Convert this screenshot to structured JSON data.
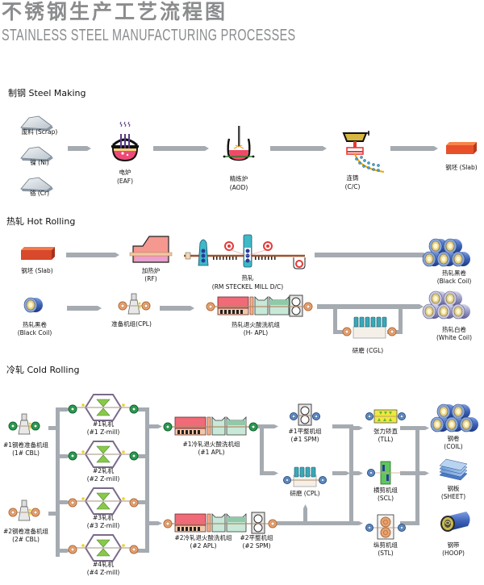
{
  "header": {
    "title_cn": "不锈钢生产工艺流程图",
    "title_en": "STAINLESS STEEL MANUFACTURING PROCESSES"
  },
  "sections": {
    "steel_making": "制钢  Steel Making",
    "hot_rolling": "热轧  Hot Rolling",
    "cold_rolling": "冷轧  Cold Rolling"
  },
  "steel_making": {
    "scrap": "废料 (Scrap)",
    "nickel": "镍 (Ni)",
    "chromium": "铬 (Cr)",
    "eaf_cn": "电炉",
    "eaf_en": "(EAF)",
    "aod_cn": "精炼炉",
    "aod_en": "(AOD)",
    "cc_cn": "连铸",
    "cc_en": "(C/C)",
    "slab": "钢坯 (Slab)"
  },
  "hot_rolling": {
    "slab": "钢坯 (Slab)",
    "rf_cn": "加热炉",
    "rf_en": "(RF)",
    "mill_cn": "热轧",
    "mill_en": "(RM  STECKEL MILL  D/C)",
    "black_coil_out_cn": "热轧黑卷",
    "black_coil_out_en": "(Black Coil)",
    "black_coil_in_cn": "热轧黑卷",
    "black_coil_in_en": "(Black Coil)",
    "cpl": "准备机组(CPL)",
    "hapl_cn": "热轧退火酸洗机组",
    "hapl_en": "(H- APL)",
    "cgl": "研磨 (CGL)",
    "white_coil_cn": "热轧白卷",
    "white_coil_en": "(White Coil)"
  },
  "cold_rolling": {
    "cbl1_cn": "#1钢卷准备机组",
    "cbl1_en": "(1# CBL)",
    "cbl2_cn": "#2钢卷准备机组",
    "cbl2_en": "(2# CBL)",
    "zmills": [
      {
        "cn": "#1轧机",
        "en": "(#1 Z-mill)"
      },
      {
        "cn": "#2轧机",
        "en": "(#2 Z-mill)"
      },
      {
        "cn": "#3轧机",
        "en": "(#3 Z-mill)"
      },
      {
        "cn": "#4轧机",
        "en": "(#4  Z-mill)"
      }
    ],
    "apl1_cn": "#1冷轧退火酸洗机组",
    "apl1_en": "(#1 APL)",
    "apl2_cn": "#2冷轧退火酸洗机组",
    "apl2_en": "(#2 APL)",
    "spm1_cn": "#1平整机组",
    "spm1_en": "(#1 SPM)",
    "spm2_cn": "#2平整机组",
    "spm2_en": "(#2 SPM)",
    "cpl": "研磨  (CPL)",
    "tll_cn": "张力矫直",
    "tll_en": "(TLL)",
    "scl_cn": "横剪机组",
    "scl_en": "(SCL)",
    "stl_cn": "纵剪机组",
    "stl_en": "(STL)",
    "coil_cn": "钢卷",
    "coil_en": "(COIL)",
    "sheet_cn": "钢板",
    "sheet_en": "(SHEET)",
    "hoop_cn": "钢带",
    "hoop_en": "(HOOP)"
  },
  "colors": {
    "title_gray": "#8a8c8e",
    "arrow_gray": "#a5abb1",
    "slab_orange": "#ee5a2a",
    "coil_blue": "#3d62b8",
    "mill_teal": "#3fb8c8",
    "furnace_red": "#ee4a5a",
    "apl_green": "#8fcaa8"
  }
}
